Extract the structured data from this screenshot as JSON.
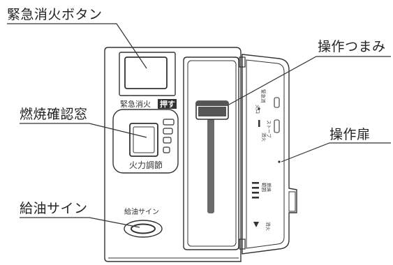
{
  "callouts": {
    "emergency_button": "緊急消火ボタン",
    "combustion_window": "燃焼確認窓",
    "fuel_sign": "給油サイン",
    "control_knob": "操作つまみ",
    "control_door": "操作扉"
  },
  "panel": {
    "emergency_label": "緊急消火",
    "push_badge": "押す",
    "heat_adjust_label": "火力調節",
    "fuel_sign_label": "給油サイン"
  },
  "door": {
    "label_emergency_top": "緊急消",
    "label_emergency_bottom": "火口",
    "label_small_1": "ストーブ",
    "label_small_2": "消火",
    "label_combustion_top": "燃焼",
    "label_combustion_bottom": "範囲",
    "label_extinguish": "消火"
  },
  "colors": {
    "line": "#333333",
    "knob": "#555555",
    "slot": "#6a6a6a",
    "badge_bg": "#333333",
    "badge_text": "#ffffff"
  }
}
